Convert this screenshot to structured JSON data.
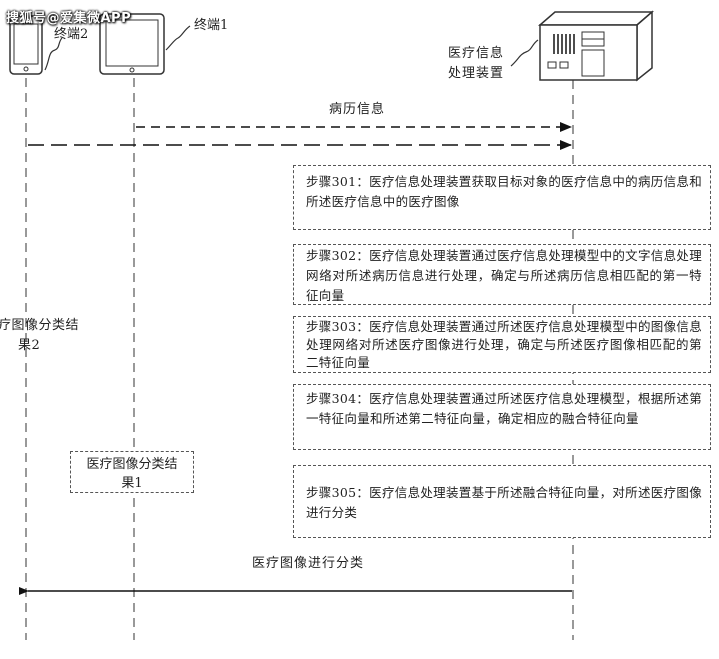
{
  "watermark": "搜狐号@爱集微APP",
  "lifelines": {
    "terminal2": "终端2",
    "terminal1": "终端1",
    "device_line1": "医疗信息",
    "device_line2": "处理装置"
  },
  "messages": {
    "medical_history": "病历信息",
    "classify_image": "医疗图像进行分类"
  },
  "steps": [
    {
      "text": "步骤301：医疗信息处理装置获取目标对象的医疗信息中的病历信息和所述医疗信息中的医疗图像"
    },
    {
      "text": "步骤302：医疗信息处理装置通过医疗信息处理模型中的文字信息处理网络对所述病历信息进行处理，确定与所述病历信息相匹配的第一特征向量"
    },
    {
      "text": "步骤303：医疗信息处理装置通过所述医疗信息处理模型中的图像信息处理网络对所述医疗图像进行处理，确定与所述医疗图像相匹配的第二特征向量"
    },
    {
      "text": "步骤304：医疗信息处理装置通过所述医疗信息处理模型，根据所述第一特征向量和所述第二特征向量，确定相应的融合特征向量"
    },
    {
      "text": "步骤305：医疗信息处理装置基于所述融合特征向量，对所述医疗图像进行分类"
    }
  ],
  "results": {
    "result2_line1": "疗图像分类结",
    "result2_line2": "果2",
    "result1_line1": "医疗图像分类结",
    "result1_line2": "果1"
  }
}
